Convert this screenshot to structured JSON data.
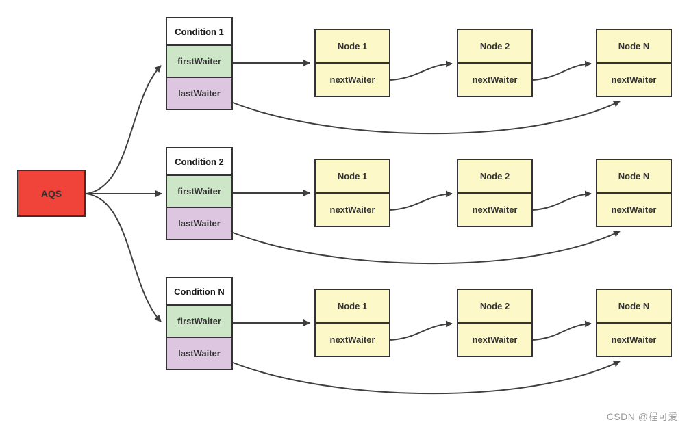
{
  "watermark": "CSDN @程可爱",
  "colors": {
    "aqs_fill": "#f0433a",
    "condition_title_fill": "#ffffff",
    "first_waiter_fill": "#cde6c7",
    "last_waiter_fill": "#ddc6e0",
    "node_fill": "#fcf8c7",
    "border": "#333333",
    "arrow": "#3f3f3f",
    "watermark_text": "#999999"
  },
  "aqs": {
    "label": "AQS"
  },
  "conditions": [
    {
      "title": "Condition 1",
      "first_waiter": "firstWaiter",
      "last_waiter": "lastWaiter"
    },
    {
      "title": "Condition 2",
      "first_waiter": "firstWaiter",
      "last_waiter": "lastWaiter"
    },
    {
      "title": "Condition N",
      "first_waiter": "firstWaiter",
      "last_waiter": "lastWaiter"
    }
  ],
  "node_rows": [
    {
      "nodes": [
        {
          "title": "Node 1",
          "field": "nextWaiter"
        },
        {
          "title": "Node 2",
          "field": "nextWaiter"
        },
        {
          "title": "Node N",
          "field": "nextWaiter"
        }
      ]
    },
    {
      "nodes": [
        {
          "title": "Node 1",
          "field": "nextWaiter"
        },
        {
          "title": "Node 2",
          "field": "nextWaiter"
        },
        {
          "title": "Node N",
          "field": "nextWaiter"
        }
      ]
    },
    {
      "nodes": [
        {
          "title": "Node 1",
          "field": "nextWaiter"
        },
        {
          "title": "Node 2",
          "field": "nextWaiter"
        },
        {
          "title": "Node N",
          "field": "nextWaiter"
        }
      ]
    }
  ]
}
